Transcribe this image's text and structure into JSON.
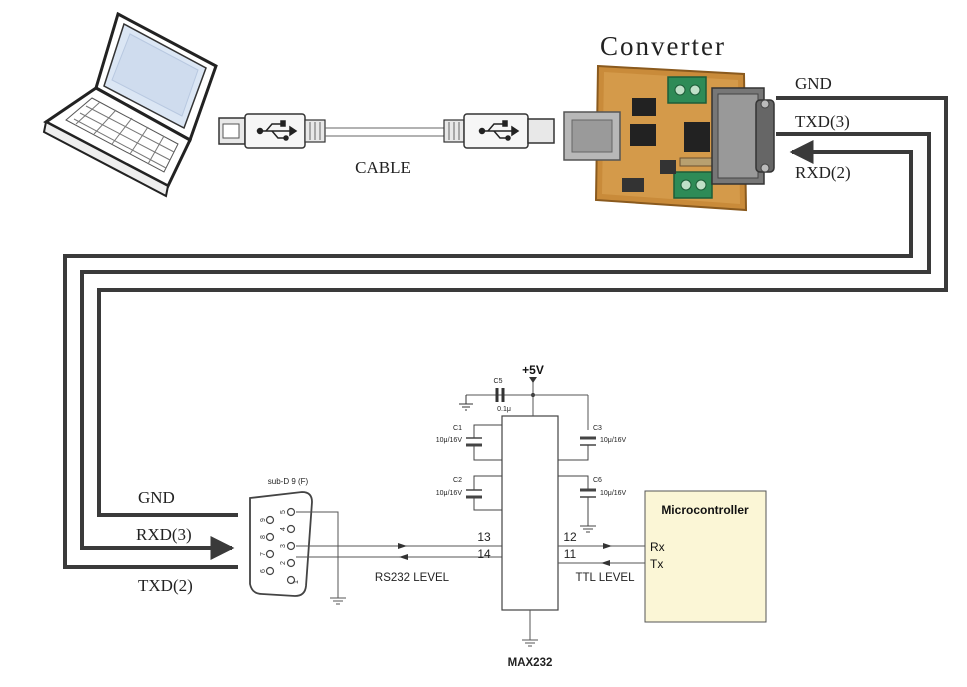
{
  "top": {
    "converter_title": "Converter",
    "cable_label": "CABLE",
    "gnd_label": "GND",
    "txd_label": "TXD(3)",
    "rxd_label": "RXD(2)"
  },
  "bottom": {
    "gnd_label": "GND",
    "rxd_label": "RXD(3)",
    "txd_label": "TXD(2)",
    "connector_label": "sub-D 9 (F)",
    "supply_label": "+5V",
    "c5_label": "C5",
    "c5_value": "0.1μ",
    "c1_label": "C1",
    "c1_value": "10μ/16V",
    "c2_label": "C2",
    "c2_value": "10μ/16V",
    "c3_label": "C3",
    "c3_value": "10μ/16V",
    "c6_label": "C6",
    "c6_value": "10μ/16V",
    "pin13": "13",
    "pin14": "14",
    "pin12": "12",
    "pin11": "11",
    "rs232_label": "RS232 LEVEL",
    "ttl_label": "TTL LEVEL",
    "ic_label": "MAX232",
    "mcu_label": "Microcontroller",
    "rx_label": "Rx",
    "tx_label": "Tx",
    "dsub_pins": [
      "5",
      "4",
      "3",
      "2",
      "1",
      "9",
      "8",
      "7",
      "6"
    ]
  },
  "colors": {
    "wire": "#3a3a3a",
    "mcu_fill": "#fbf6d6",
    "pcb": "#c98b3a",
    "terminal": "#2e8b57"
  }
}
